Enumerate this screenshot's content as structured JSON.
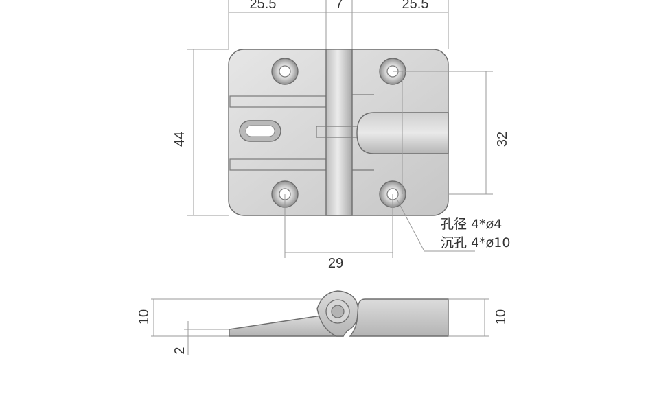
{
  "top_view": {
    "dim_left_width": "25.5",
    "dim_knuckle_width": "7",
    "dim_right_width": "25.5",
    "dim_overall_height": "44",
    "dim_hole_pitch_vertical": "32",
    "dim_hole_pitch_horizontal": "29",
    "note_hole_diameter": "孔径 4*ø4",
    "note_countersink": "沉孔 4*ø10"
  },
  "side_view": {
    "dim_left_height": "10",
    "dim_plate_thickness": "2",
    "dim_right_height": "10"
  },
  "colors": {
    "metal_light": "#e2e2e2",
    "metal_mid": "#c9c9c9",
    "metal_dark": "#a9a9a9",
    "dimension_line": "#9a9a9a",
    "text": "#333333"
  }
}
